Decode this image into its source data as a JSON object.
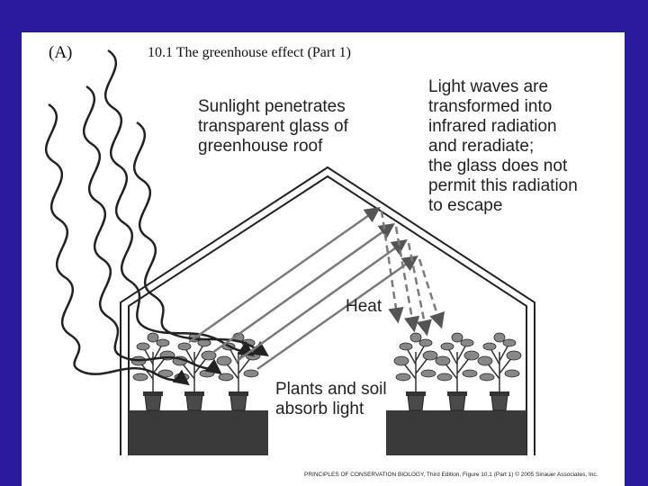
{
  "panel_label": "(A)",
  "figure_title": "10.1  The greenhouse effect (Part 1)",
  "callouts": {
    "sunlight": [
      "Sunlight penetrates",
      "transparent glass of",
      "greenhouse roof"
    ],
    "infrared": [
      "Light waves are",
      "transformed into",
      "infrared radiation",
      "and reradiate;",
      "the glass does not",
      "permit this radiation",
      "to escape"
    ],
    "heat": "Heat",
    "plants": [
      "Plants and soil",
      "absorb light"
    ]
  },
  "credit": "PRINCIPLES OF CONSERVATION BIOLOGY, Third Edition, Figure 10.1 (Part 1)  © 2005 Sinauer Associates, Inc.",
  "colors": {
    "frame": "#2a1a9c",
    "slide": "#ffffff",
    "line": "#222222",
    "arrow": "#7a7a7a",
    "soil": "#3a3a3a"
  },
  "icons": [
    "sunlight-wave-icon",
    "plant-pot-icon",
    "heat-arrow-icon",
    "infrared-arrow-icon"
  ]
}
